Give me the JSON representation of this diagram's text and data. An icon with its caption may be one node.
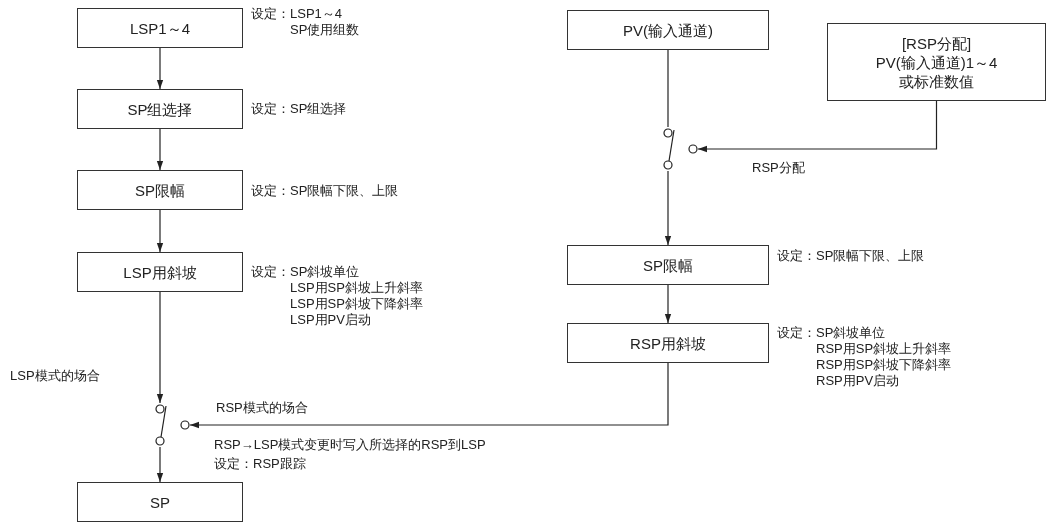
{
  "diagram": {
    "nodes": [
      {
        "text": [
          "LSP1～4"
        ],
        "beside": [
          "设定：LSP1～4",
          "SP使用组数"
        ]
      },
      {
        "text": [
          "SP组选择"
        ],
        "beside": [
          "设定：SP组选择"
        ]
      },
      {
        "text": [
          "SP限幅"
        ],
        "beside": [
          "设定：SP限幅下限、上限"
        ]
      },
      {
        "text": [
          "LSP用斜坡"
        ],
        "beside": [
          "设定：SP斜坡单位",
          "LSP用SP斜坡上升斜率",
          "LSP用SP斜坡下降斜率",
          "LSP用PV启动"
        ]
      },
      {
        "text": [],
        "shape": "switch"
      },
      {
        "text": [
          "SP"
        ]
      },
      {
        "text": [
          "PV(输入通道)"
        ]
      },
      {
        "text": [
          "[RSP分配]",
          "PV(输入通道)1～4或标准数值"
        ]
      },
      {
        "text": [],
        "shape": "switch"
      },
      {
        "text": [
          "SP限幅"
        ],
        "beside": [
          "设定：SP限幅下限、上限"
        ]
      },
      {
        "text": [
          "RSP用斜坡"
        ],
        "beside": [
          "设定：SP斜坡单位",
          "RSP用SP斜坡上升斜率",
          "RSP用SP斜坡下降斜率",
          "RSP用PV启动"
        ]
      }
    ],
    "edges": [
      {
        "from": 0,
        "to": 1,
        "arrow": "to"
      },
      {
        "from": 1,
        "to": 2,
        "arrow": "to"
      },
      {
        "from": 2,
        "to": 3,
        "arrow": "to"
      },
      {
        "from": 3,
        "to": 4,
        "arrow": "to",
        "label": "LSP模式的场合"
      },
      {
        "from": 4,
        "to": 5,
        "arrow": "to"
      },
      {
        "from": 6,
        "to": 8,
        "arrow": "none"
      },
      {
        "from": 7,
        "to": 8,
        "arrow": "to",
        "label": "RSP分配"
      },
      {
        "from": 8,
        "to": 9,
        "arrow": "to"
      },
      {
        "from": 9,
        "to": 10,
        "arrow": "to"
      },
      {
        "from": 10,
        "to": 4,
        "arrow": "to",
        "label": "RSP模式的场合"
      }
    ],
    "labels": [
      "RSP→LSP模式变更时写入所选择的RSP到LSP",
      "设定：RSP跟踪"
    ]
  }
}
